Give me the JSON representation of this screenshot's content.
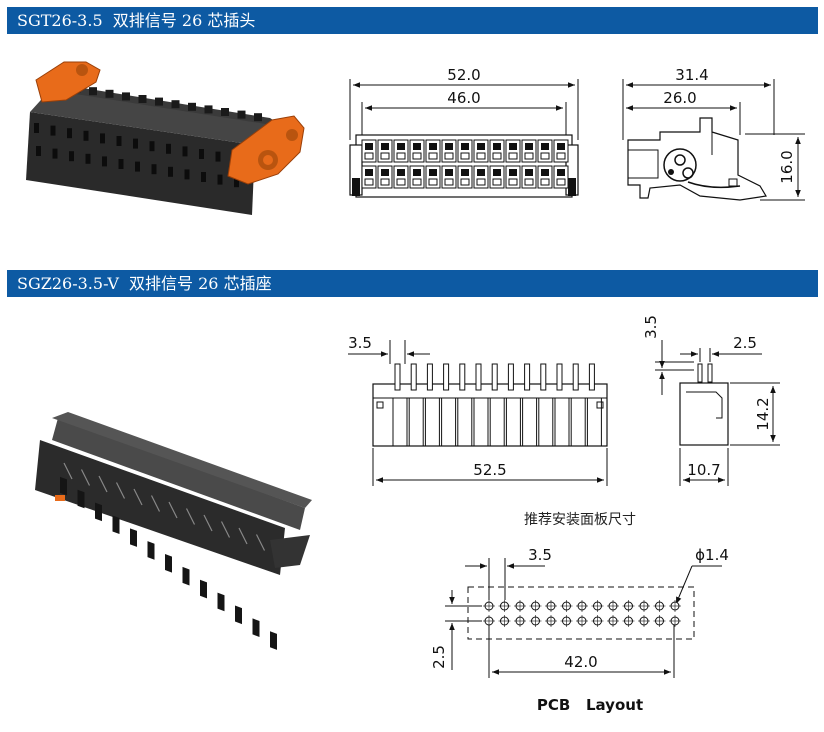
{
  "sections": [
    {
      "title": "SGT26-3.5  双排信号 26 芯插头"
    },
    {
      "title": "SGZ26-3.5-V  双排信号 26 芯插座"
    }
  ],
  "plug": {
    "front_dims": {
      "overall": "52.0",
      "inner": "46.0"
    },
    "side_dims": {
      "overall": "31.4",
      "inner": "26.0",
      "height": "16.0"
    }
  },
  "header": {
    "front_dims": {
      "pitch": "3.5",
      "length": "52.5"
    },
    "side_dims": {
      "top": "3.5",
      "pitch": "2.5",
      "height": "14.2",
      "depth": "10.7"
    }
  },
  "panel": {
    "title": "推荐安装面板尺寸",
    "pitch": "3.5",
    "hole": "ϕ1.4",
    "row_gap": "2.5",
    "span": "42.0",
    "caption": "PCB   Layout"
  },
  "colors": {
    "bar": "#0d5aa3",
    "body": "#2b2b2b",
    "accent": "#e86b1a"
  }
}
